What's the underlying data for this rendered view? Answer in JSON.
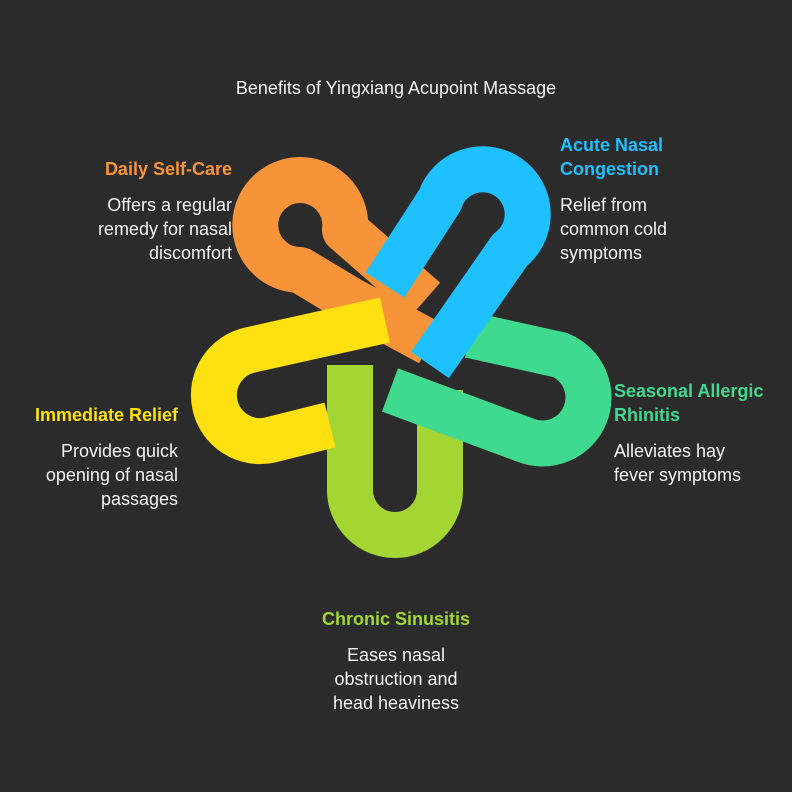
{
  "title": "Benefits of Yingxiang Acupoint Massage",
  "colors": {
    "background": "#2b2b2b",
    "orange": "#f7943a",
    "blue": "#1ec0ff",
    "green": "#3fd98f",
    "lime": "#a3d633",
    "yellow": "#ffe011"
  },
  "items": [
    {
      "heading": "Daily Self-Care",
      "lines": [
        "Offers a regular",
        "remedy for nasal",
        "discomfort"
      ],
      "color": "#f7943a"
    },
    {
      "heading_lines": [
        "Acute Nasal",
        "Congestion"
      ],
      "lines": [
        "Relief from",
        "common cold",
        "symptoms"
      ],
      "color": "#1ec0ff"
    },
    {
      "heading_lines": [
        "Seasonal Allergic",
        "Rhinitis"
      ],
      "lines": [
        "Alleviates hay",
        "fever symptoms"
      ],
      "color": "#3fd98f"
    },
    {
      "heading": "Chronic Sinusitis",
      "lines": [
        "Eases nasal",
        "obstruction and",
        "head heaviness"
      ],
      "color": "#a3d633"
    },
    {
      "heading": "Immediate Relief",
      "lines": [
        "Provides quick",
        "opening of nasal",
        "passages"
      ],
      "color": "#ffe011"
    }
  ]
}
